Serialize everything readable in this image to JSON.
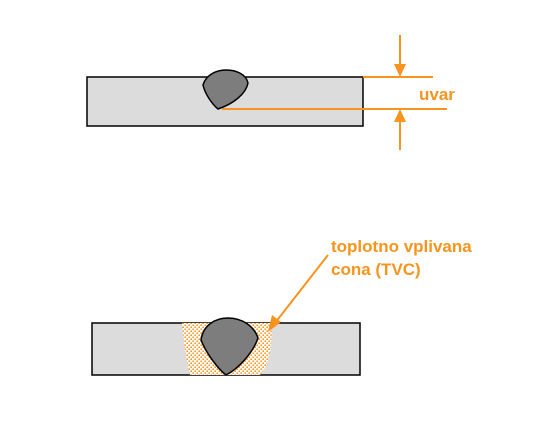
{
  "labels": {
    "penetration": "uvar",
    "haz_line1": "toplotno vplivana",
    "haz_line2": "cona (TVC)"
  },
  "colors": {
    "annotation": "#f7941d",
    "plate_fill": "#dcdcdc",
    "weld_fill": "#7d7d7d",
    "outline": "#000000",
    "haz_dots": "#f7941d"
  }
}
